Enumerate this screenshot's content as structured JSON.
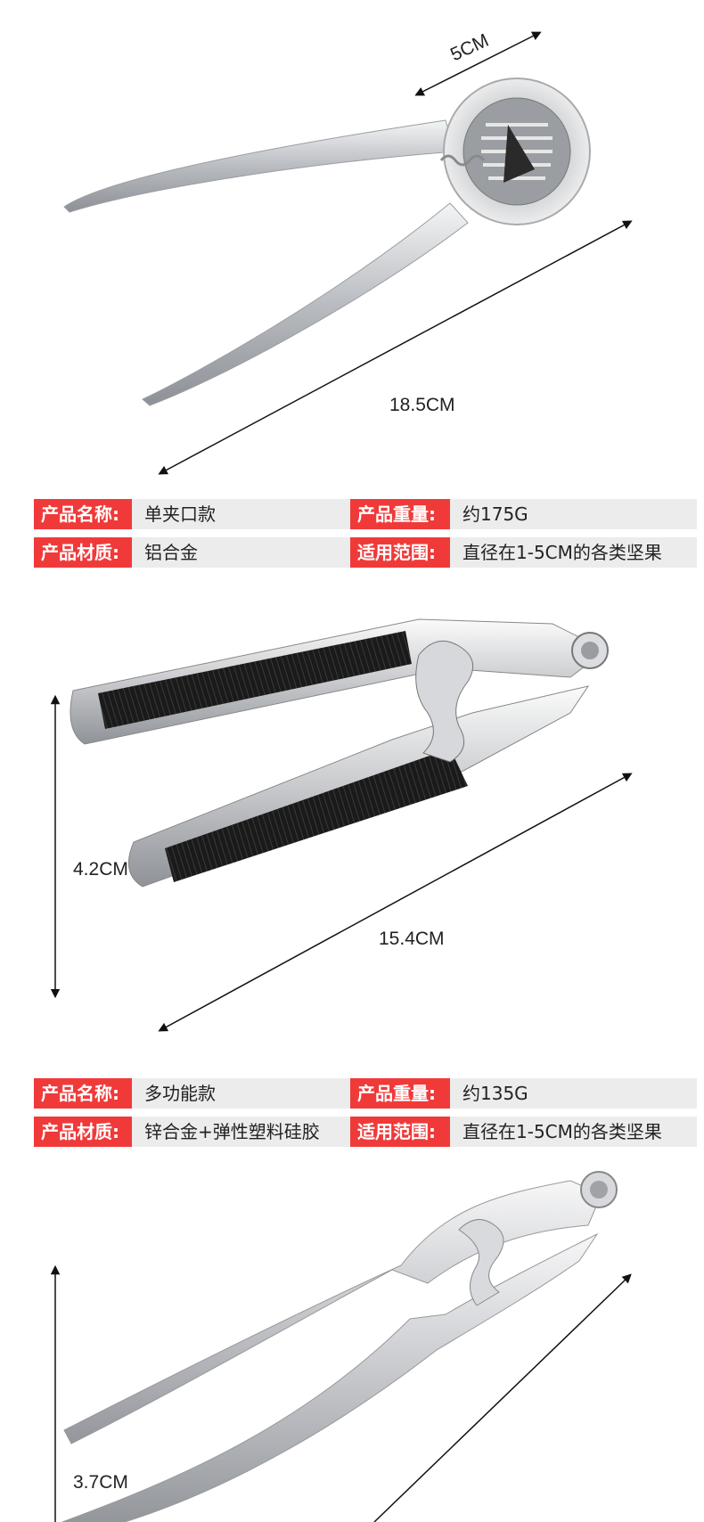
{
  "products": [
    {
      "dimensions": {
        "width_label": "5CM",
        "length_label": "18.5CM"
      },
      "specs": [
        {
          "key": "产品名称:",
          "value": "单夹口款"
        },
        {
          "key": "产品重量:",
          "value": "约175G"
        },
        {
          "key": "产品材质:",
          "value": "铝合金"
        },
        {
          "key": "适用范围:",
          "value": "直径在1-5CM的各类坚果"
        }
      ]
    },
    {
      "dimensions": {
        "height_label": "4.2CM",
        "length_label": "15.4CM"
      },
      "specs": [
        {
          "key": "产品名称:",
          "value": "多功能款"
        },
        {
          "key": "产品重量:",
          "value": "约135G"
        },
        {
          "key": "产品材质:",
          "value": "锌合金+弹性塑料硅胶"
        },
        {
          "key": "适用范围:",
          "value": "直径在1-5CM的各类坚果"
        }
      ]
    },
    {
      "dimensions": {
        "height_label": "3.7CM"
      }
    }
  ],
  "colors": {
    "key_bg": "#f03a3a",
    "val_bg": "#ececec",
    "metal": "#c9ccd0",
    "grip": "#1a1a1a"
  }
}
